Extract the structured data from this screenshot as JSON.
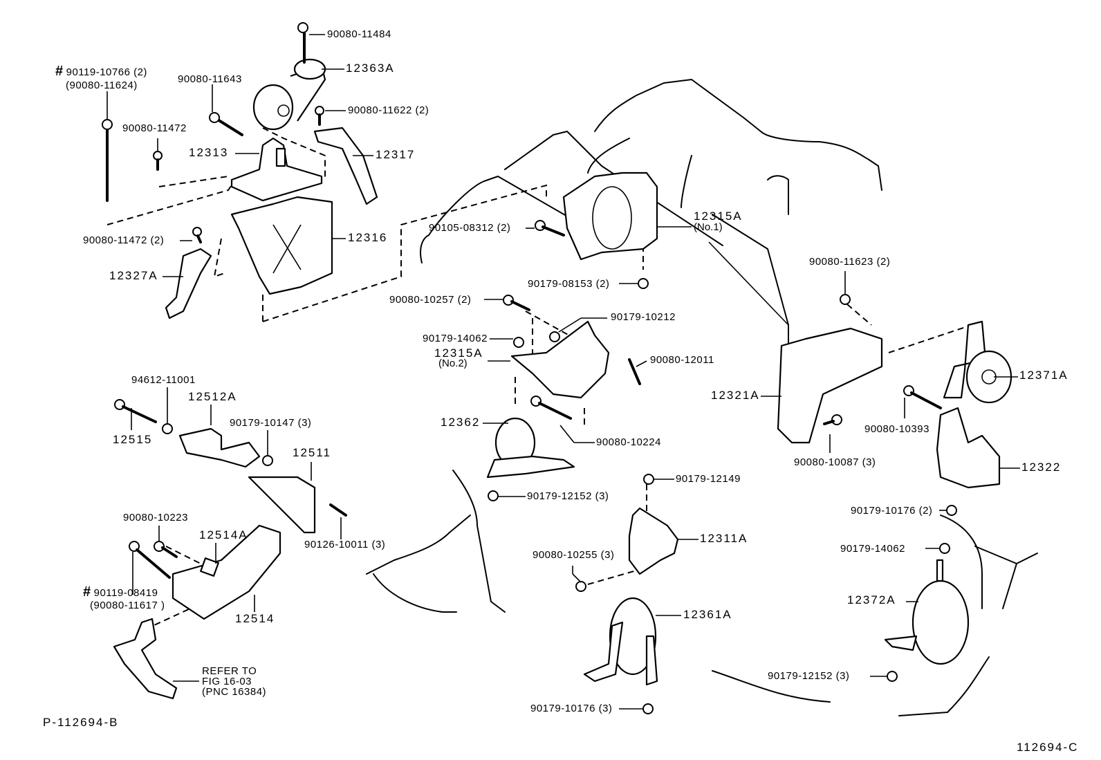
{
  "diagram": {
    "title": "Engine mounting parts diagram",
    "left_ref": "P-112694-B",
    "right_ref": "112694-C"
  },
  "labels": {
    "p_90080_11484": "90080-11484",
    "p_12363A": "12363A",
    "p_90119_10766": "90119-10766 (2)",
    "p_90119_10766_alt": "(90080-11624)",
    "p_90080_11643": "90080-11643",
    "p_90080_11622": "90080-11622 (2)",
    "p_90080_11472": "90080-11472",
    "p_12313": "12313",
    "p_12317": "12317",
    "p_90080_11472_2": "90080-11472 (2)",
    "p_12316": "12316",
    "p_12327A": "12327A",
    "p_90105_08312": "90105-08312 (2)",
    "p_12315A_no1": "12315A",
    "p_12315A_no1_sub": "(No.1)",
    "p_90179_08153": "90179-08153 (2)",
    "p_90080_10257": "90080-10257 (2)",
    "p_90179_10212": "90179-10212",
    "p_90179_14062_a": "90179-14062",
    "p_12315A_no2": "12315A",
    "p_12315A_no2_sub": "(No.2)",
    "p_90080_12011": "90080-12011",
    "p_12362": "12362",
    "p_90080_10224": "90080-10224",
    "p_90179_12152_a": "90179-12152 (3)",
    "p_90080_11623": "90080-11623 (2)",
    "p_12321A": "12321A",
    "p_12371A": "12371A",
    "p_90080_10393": "90080-10393",
    "p_90080_10087": "90080-10087 (3)",
    "p_12322": "12322",
    "p_90179_10176_2": "90179-10176 (2)",
    "p_90179_14062_b": "90179-14062",
    "p_12372A": "12372A",
    "p_90179_12152_b": "90179-12152 (3)",
    "p_90179_12149": "90179-12149",
    "p_12311A": "12311A",
    "p_90080_10255": "90080-10255 (3)",
    "p_12361A": "12361A",
    "p_90179_10176_3": "90179-10176 (3)",
    "p_94612_11001": "94612-11001",
    "p_12512A": "12512A",
    "p_12515": "12515",
    "p_90179_10147": "90179-10147 (3)",
    "p_12511": "12511",
    "p_90080_10223": "90080-10223",
    "p_12514A": "12514A",
    "p_90126_10011": "90126-10011 (3)",
    "p_90119_08419": "90119-08419",
    "p_90119_08419_alt": "(90080-11617 )",
    "p_12514": "12514",
    "refer_line1": "REFER TO",
    "refer_line2": "FIG 16-03",
    "refer_line3": "(PNC 16384)",
    "hash_symbol": "#"
  }
}
